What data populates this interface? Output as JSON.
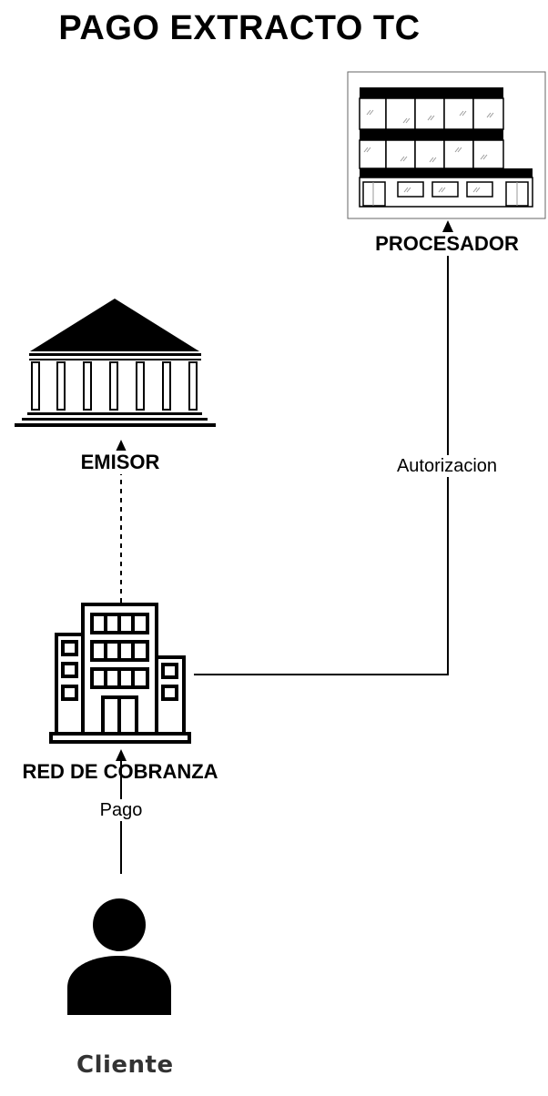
{
  "title": "PAGO EXTRACTO TC",
  "nodes": {
    "procesador": {
      "label": "PROCESADOR",
      "icon": "office-building-icon"
    },
    "emisor": {
      "label": "EMISOR",
      "icon": "bank-icon"
    },
    "red_cobranza": {
      "label": "RED DE COBRANZA",
      "icon": "building-icon"
    },
    "cliente": {
      "label": "Cliente",
      "icon": "user-icon"
    }
  },
  "edges": {
    "pago": {
      "label": "Pago",
      "from": "Cliente",
      "to": "RED DE COBRANZA",
      "style": "solid"
    },
    "autorizacion": {
      "label": "Autorizacion",
      "from": "RED DE COBRANZA",
      "to": "PROCESADOR",
      "style": "solid"
    },
    "emisor_link": {
      "label": "",
      "from": "RED DE COBRANZA",
      "to": "EMISOR",
      "style": "dashed"
    }
  }
}
